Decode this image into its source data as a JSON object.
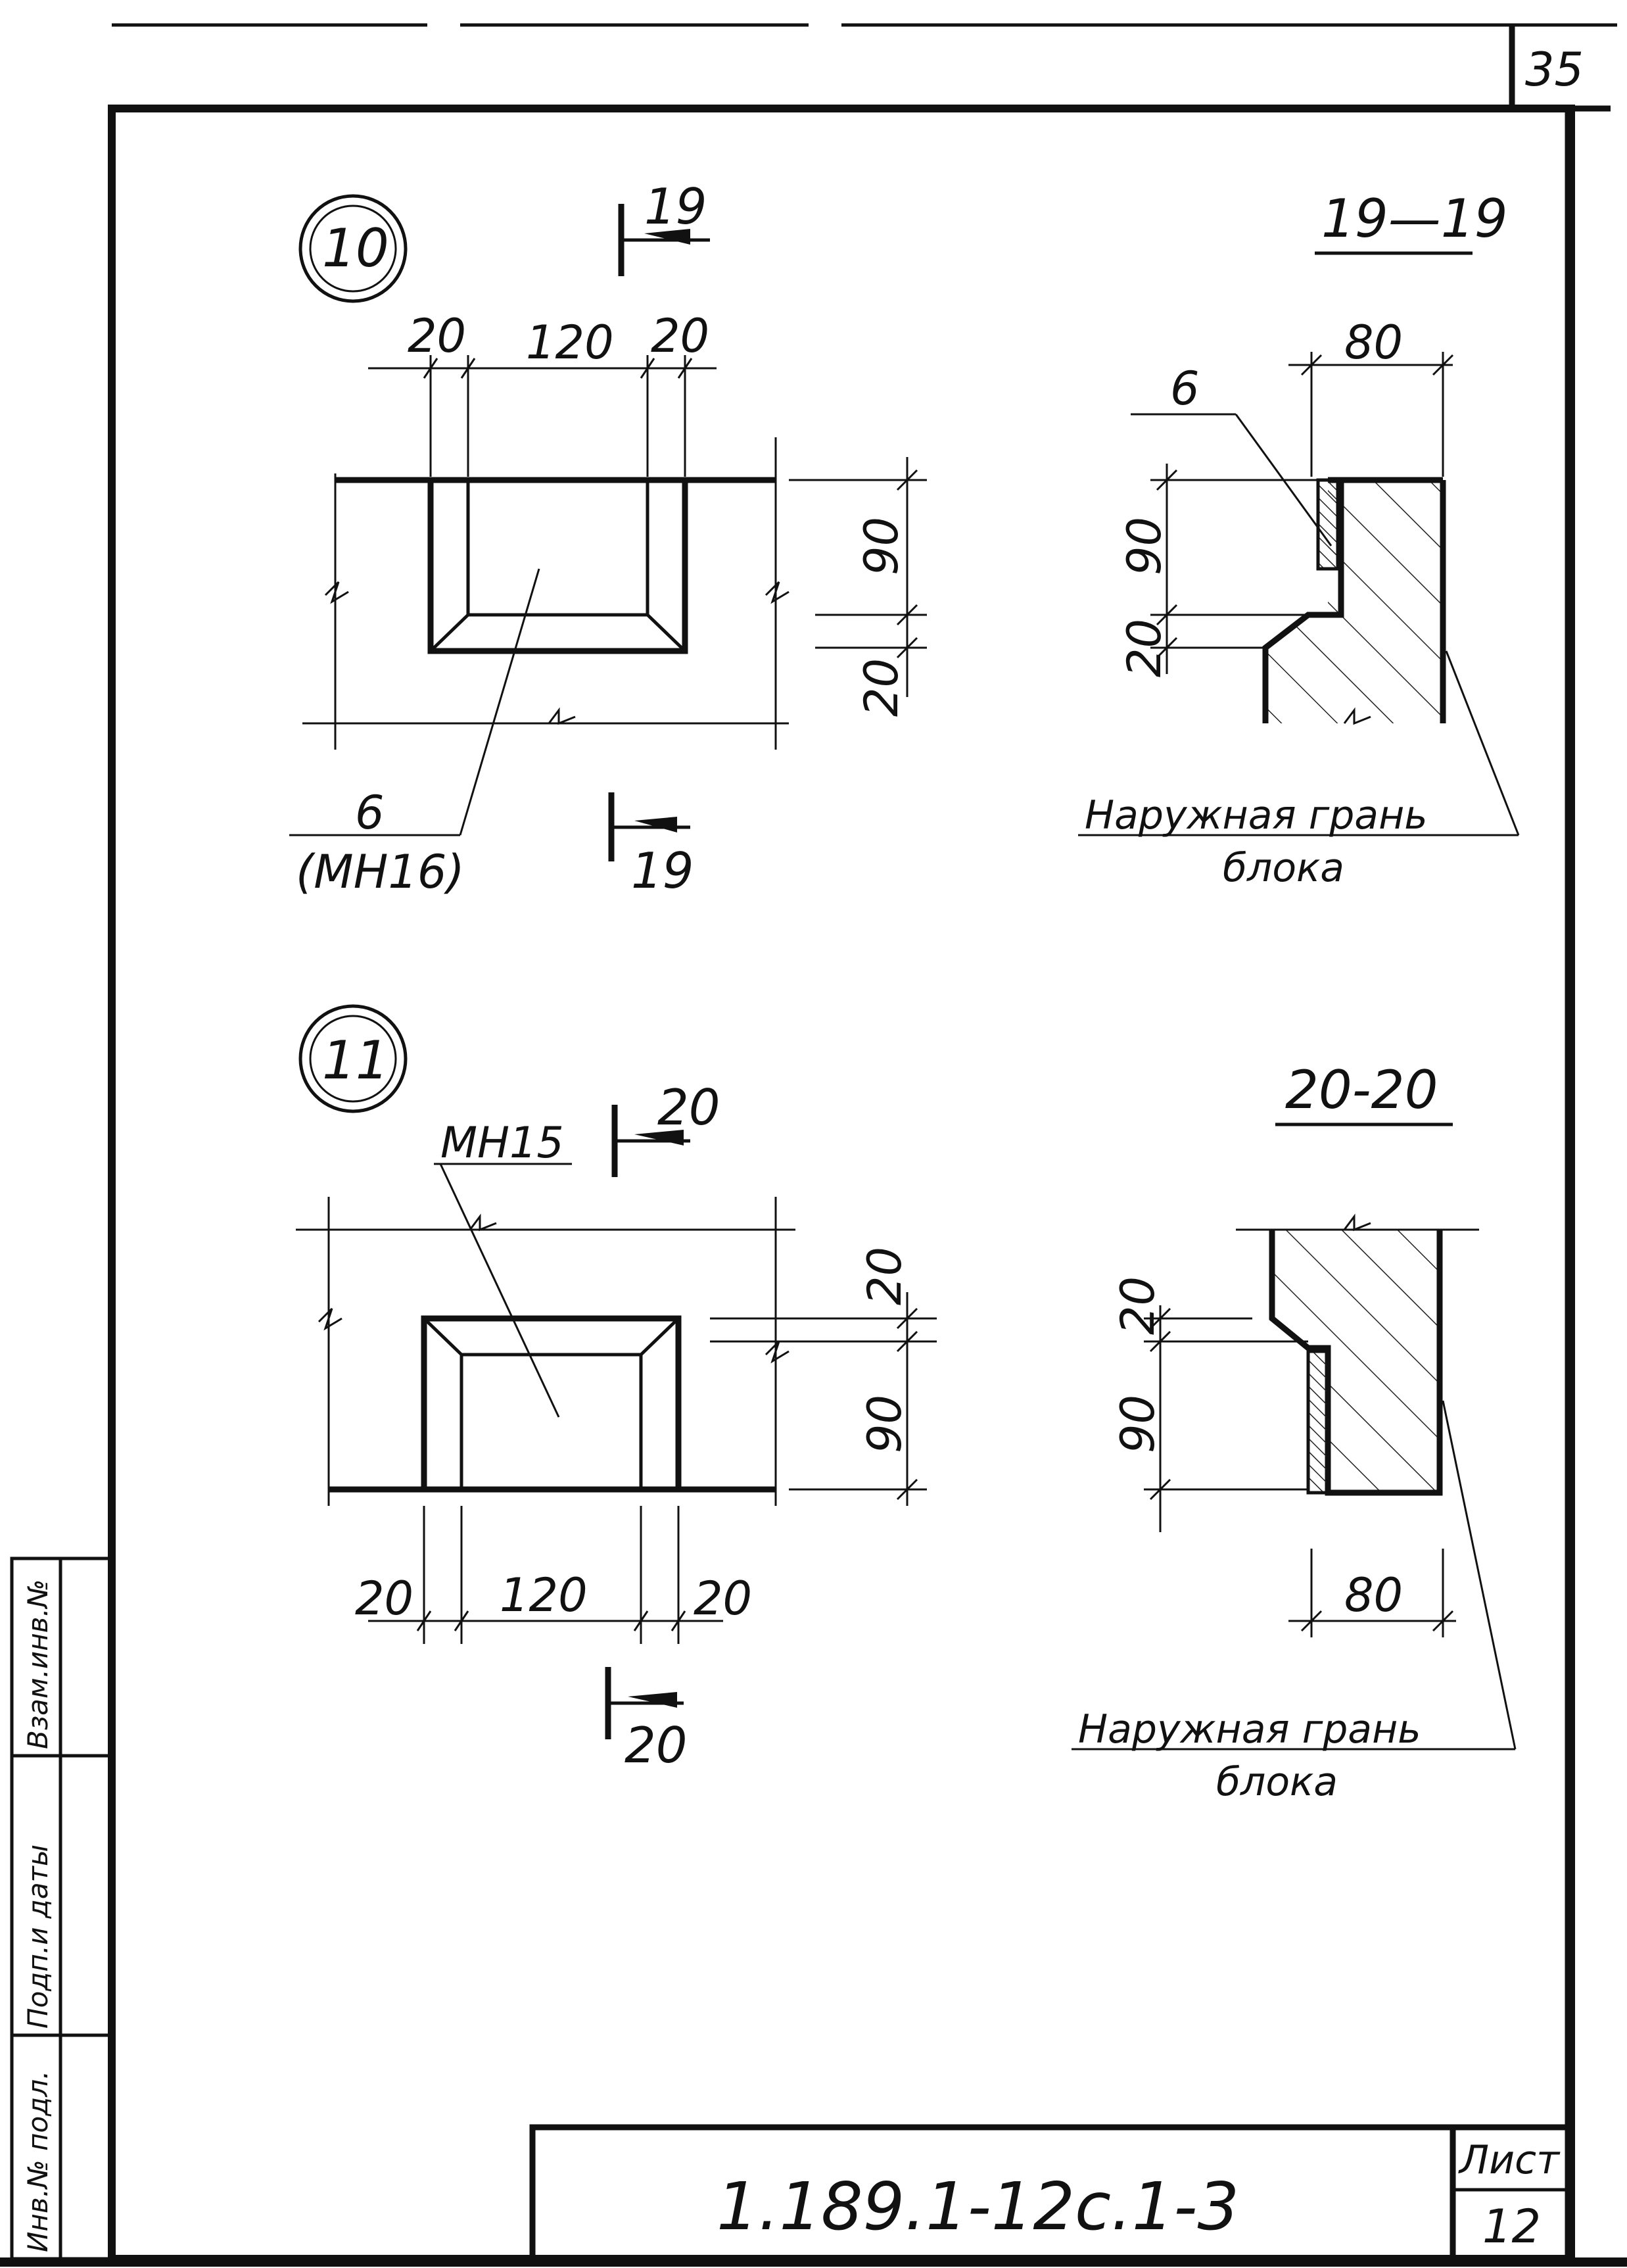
{
  "sheet": {
    "page_number": "35",
    "document_code": "1.189.1-12c.1-3",
    "sheet_label": "Лист",
    "sheet_number": "12"
  },
  "side_stamp": {
    "inv_original": "Инв.№ подл.",
    "signature_date": "Подп.и даты",
    "replaced_inv": "Взам.инв.№"
  },
  "node_10": {
    "number": "10",
    "section_mark": "19",
    "dims_top": [
      "20",
      "120",
      "20"
    ],
    "dims_side": [
      "90",
      "20"
    ],
    "leader_label": "6",
    "leader_sublabel": "(МН16)"
  },
  "section_19": {
    "title": "19—19",
    "dim_width": "80",
    "dims_side": [
      "90",
      "20"
    ],
    "label_6": "6",
    "note_line1": "Наружная грань",
    "note_line2": "блока"
  },
  "node_11": {
    "number": "11",
    "section_mark": "20",
    "leader_label": "МН15",
    "dims_bottom": [
      "20",
      "120",
      "20"
    ],
    "dims_side": [
      "20",
      "90"
    ]
  },
  "section_20": {
    "title": "20-20",
    "dim_width": "80",
    "dims_side": [
      "20",
      "90"
    ],
    "note_line1": "Наружная грань",
    "note_line2": "блока"
  }
}
